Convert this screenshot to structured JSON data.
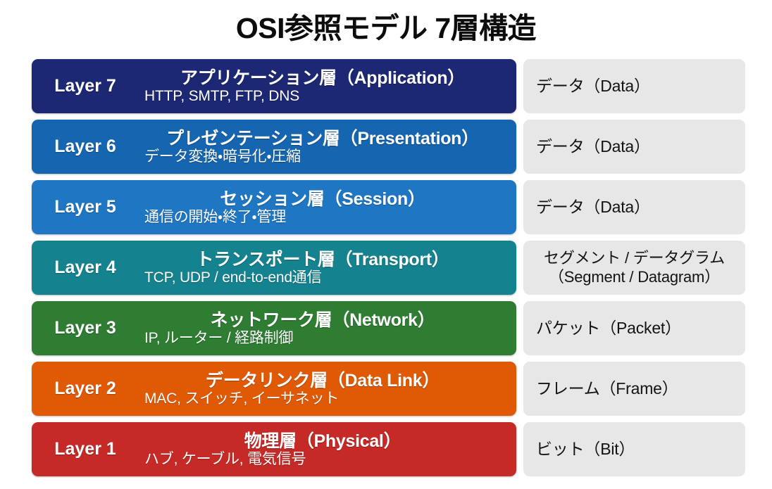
{
  "title": "OSI参照モデル 7層構造",
  "colors": {
    "layer7": "#1c2873",
    "layer6": "#1565b0",
    "layer5": "#1f77c4",
    "layer4": "#14838f",
    "layer3": "#2e7d32",
    "layer2": "#e05a06",
    "layer1": "#c62a27",
    "pdu_panel": "#e7e7e7",
    "background": "#ffffff",
    "title_text": "#0c0c0c"
  },
  "layers": [
    {
      "label": "Layer 7",
      "name": "アプリケーション層（Application）",
      "detail": "HTTP, SMTP, FTP, DNS",
      "pdu_lines": [
        "データ（Data）"
      ],
      "color": "#1c2873"
    },
    {
      "label": "Layer 6",
      "name": "プレゼンテーション層（Presentation）",
      "detail": "データ変換・暗号化・圧縮",
      "pdu_lines": [
        "データ（Data）"
      ],
      "color": "#1565b0"
    },
    {
      "label": "Layer 5",
      "name": "セッション層（Session）",
      "detail": "通信の開始・終了・管理",
      "pdu_lines": [
        "データ（Data）"
      ],
      "color": "#1f77c4"
    },
    {
      "label": "Layer 4",
      "name": "トランスポート層（Transport）",
      "detail": "TCP, UDP / end-to-end通信",
      "pdu_lines": [
        "セグメント / データグラム",
        "（Segment / Datagram）"
      ],
      "color": "#14838f"
    },
    {
      "label": "Layer 3",
      "name": "ネットワーク層（Network）",
      "detail": "IP, ルーター / 経路制御",
      "pdu_lines": [
        "パケット（Packet）"
      ],
      "color": "#2e7d32"
    },
    {
      "label": "Layer 2",
      "name": "データリンク層（Data Link）",
      "detail": "MAC, スイッチ, イーサネット",
      "pdu_lines": [
        "フレーム（Frame）"
      ],
      "color": "#e05a06"
    },
    {
      "label": "Layer 1",
      "name": "物理層（Physical）",
      "detail": "ハブ, ケーブル, 電気信号",
      "pdu_lines": [
        "ビット（Bit）"
      ],
      "color": "#c62a27"
    }
  ]
}
